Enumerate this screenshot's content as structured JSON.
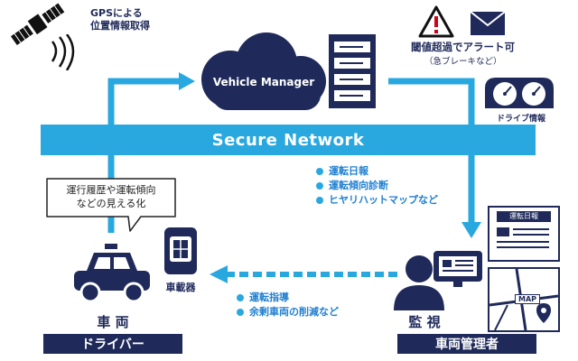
{
  "gps": {
    "label_line1": "GPSによる",
    "label_line2": "位置情報取得"
  },
  "manager": {
    "label": "Vehicle Manager"
  },
  "alert": {
    "title": "閾値超過でアラート可",
    "subtitle": "（急ブレーキなど）"
  },
  "dashboard": {
    "label": "ドライブ情報"
  },
  "network": {
    "label": "Secure Network"
  },
  "data_to_manager": {
    "items": [
      "運転日報",
      "運転傾向診断",
      "ヒヤリハットマップなど"
    ]
  },
  "callout": {
    "line1": "運行履歴や運転傾向",
    "line2": "などの見える化"
  },
  "device": {
    "label": "車載器"
  },
  "instructions": {
    "items": [
      "運転指導",
      "余剰車両の削減など"
    ]
  },
  "driver": {
    "heading": "車 両",
    "role": "ドライバー"
  },
  "admin": {
    "heading": "監 視",
    "role": "車両管理者"
  },
  "report": {
    "title": "運転日報"
  },
  "map": {
    "label": "MAP"
  },
  "colors": {
    "navy": "#1f2a5a",
    "accent": "#29a8e0",
    "text_blue": "#1f7fd0"
  }
}
